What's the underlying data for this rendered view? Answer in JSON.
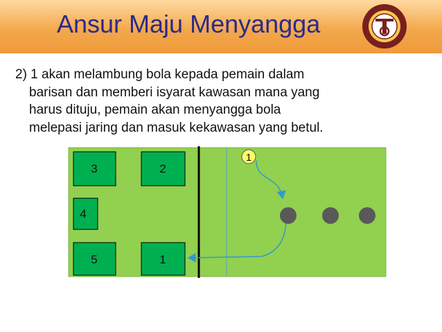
{
  "slide": {
    "title": "Ansur Maju Menyangga",
    "lines": [
      "2) 1 akan melambung bola kepada pemain dalam",
      "barisan dan memberi isyarat kawasan mana yang",
      "harus dituju, pemain akan menyangga bola",
      "melepasi jaring dan masuk kekawasan yang betul."
    ]
  },
  "court": {
    "positions": {
      "p3": "3",
      "p2": "2",
      "p4": "4",
      "p5": "5",
      "p1": "1"
    },
    "feeder_label": "1",
    "colors": {
      "court": "#92d050",
      "box": "#00b050",
      "net": "#000000",
      "arrow": "#3399cc",
      "feeder": "#ffff66",
      "player": "#595959"
    }
  },
  "header": {
    "colors": {
      "bar": "#f3a84c",
      "title": "#2b2a8a"
    },
    "logo_icon": "university-seal-icon"
  }
}
